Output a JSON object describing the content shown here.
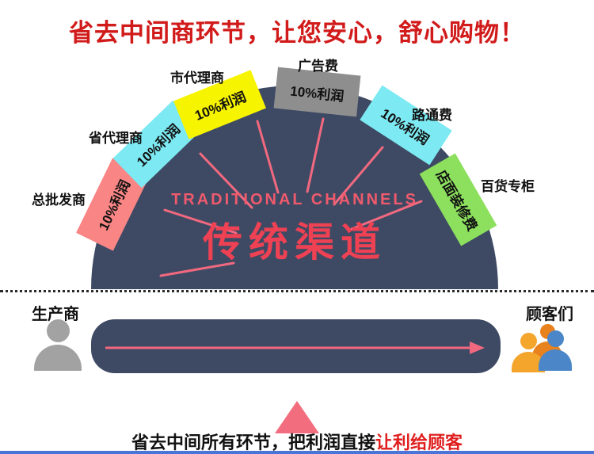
{
  "title": {
    "text": "省去中间商环节，让您安心，舒心购物！"
  },
  "diagram": {
    "center_en": "TRADITIONAL CHANNELS",
    "center_zh": "传统渠道",
    "blades": [
      {
        "label": "总批发商",
        "value": "10%利润",
        "color": "#f98585"
      },
      {
        "label": "省代理商",
        "value": "10%利润",
        "color": "#7de9f2"
      },
      {
        "label": "市代理商",
        "value": "10%利润",
        "color": "#f7f400"
      },
      {
        "label": "广告费",
        "value": "10%利润",
        "color": "#8e8e8e"
      },
      {
        "label": "路通费",
        "value": "10%利润",
        "color": "#7de9f2"
      },
      {
        "label": "百货专柜",
        "value": "店面装修费",
        "color": "#8ce05e"
      }
    ]
  },
  "flow": {
    "producer_label": "生产商",
    "customers_label": "顾客们"
  },
  "footer": {
    "caption_black": "省去中间所有环节，把利润直接",
    "caption_red": "让利给顾客"
  },
  "colors": {
    "panel": "#3e4a64",
    "title": "#d11a1a",
    "center_text": "#ee4153",
    "spokes": "#f2697f",
    "arrow": "#f2697f",
    "triangle": "#f26d7d",
    "caption_red": "#e01e1e",
    "bottom_line": "#4a74d8"
  }
}
